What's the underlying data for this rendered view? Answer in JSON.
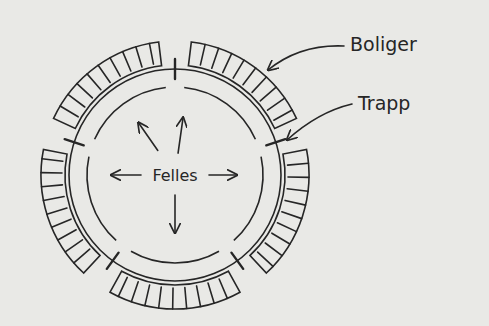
{
  "diagram": {
    "nodes": [
      {
        "text": [
          "Felles"
        ]
      }
    ],
    "labels": [
      "Boliger",
      "Trapp"
    ]
  }
}
